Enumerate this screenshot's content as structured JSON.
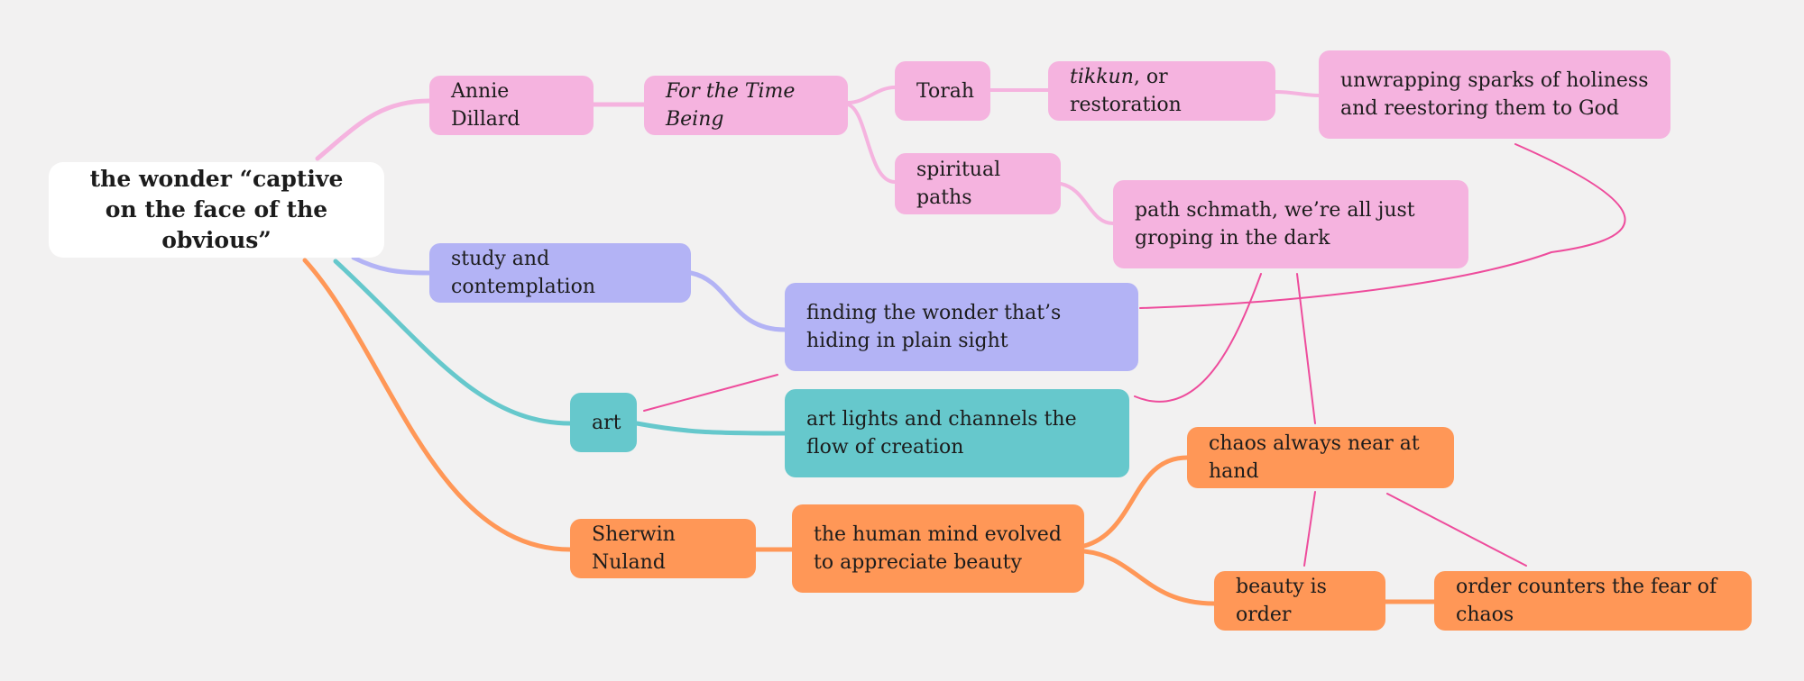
{
  "nodes": {
    "root": "the wonder “captive on the face of the obvious”",
    "annie_dillard": "Annie Dillard",
    "for_the_time_being": "For the Time Being",
    "torah": "Torah",
    "tikkun_word": "tikkun",
    "tikkun_rest": ", or restoration",
    "unwrapping": "unwrapping sparks of holiness and reestoring them to God",
    "spiritual_paths": "spiritual paths",
    "path_schmath": "path schmath, we’re all just groping in the dark",
    "study": "study and contemplation",
    "finding_wonder": "finding the wonder that’s hiding in plain sight",
    "art": "art",
    "art_lights": "art lights and channels the flow of creation",
    "sherwin_nuland": "Sherwin Nuland",
    "human_mind": "the human mind evolved to appreciate beauty",
    "chaos": "chaos always near at hand",
    "beauty_order": "beauty is order",
    "order_counters": "order counters the fear of chaos"
  },
  "colors": {
    "background": "#f2f1f1",
    "root": "#ffffff",
    "pink": "#f5b3df",
    "purple": "#b3b3f5",
    "teal": "#66c8cc",
    "orange": "#ff9757",
    "relation": "#ee4c9c"
  }
}
